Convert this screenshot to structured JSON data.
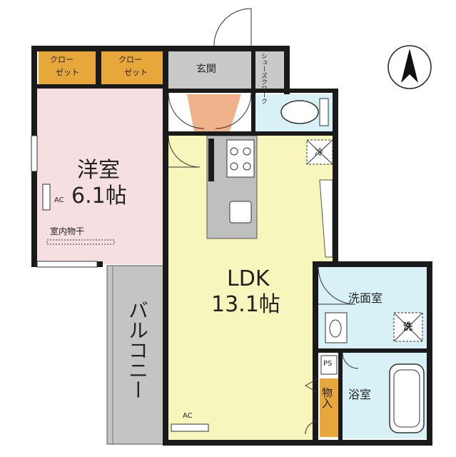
{
  "colors": {
    "wall": "#1a1a1a",
    "western_room": "#f6dfe1",
    "ldk": "#f7f6bd",
    "wet_area": "#d7f1f6",
    "closet": "#e7a73b",
    "entrance": "#c9c9c9",
    "balcony": "#c4c4c4",
    "entrance_floor": "#efb28a",
    "kitchen_counter": "#bfbfbf",
    "storage": "#e7a73b"
  },
  "rooms": {
    "western": {
      "name": "洋室",
      "size": "6.1帖"
    },
    "ldk": {
      "name": "LDK",
      "size": "13.1帖"
    },
    "washroom": {
      "name": "洗面室"
    },
    "bath": {
      "name": "浴室"
    },
    "entrance": {
      "name": "玄関"
    },
    "balcony": {
      "name": "バルコニー"
    },
    "closet_1": {
      "line1": "クロー",
      "line2": "ゼット"
    },
    "closet_2": {
      "line1": "クロー",
      "line2": "ゼット"
    },
    "shoe_closet": {
      "name": "シューズクローク"
    },
    "storage": {
      "name": "物入"
    }
  },
  "labels": {
    "ac_western": "AC",
    "ac_ldk": "AC",
    "indoor_drying": "室内物干",
    "ps": "PS",
    "fridge": "冷",
    "washer": "洗"
  },
  "icons": [
    "north-arrow-icon",
    "toilet-icon",
    "bathtub-icon",
    "sink-icon",
    "stove-icon"
  ]
}
